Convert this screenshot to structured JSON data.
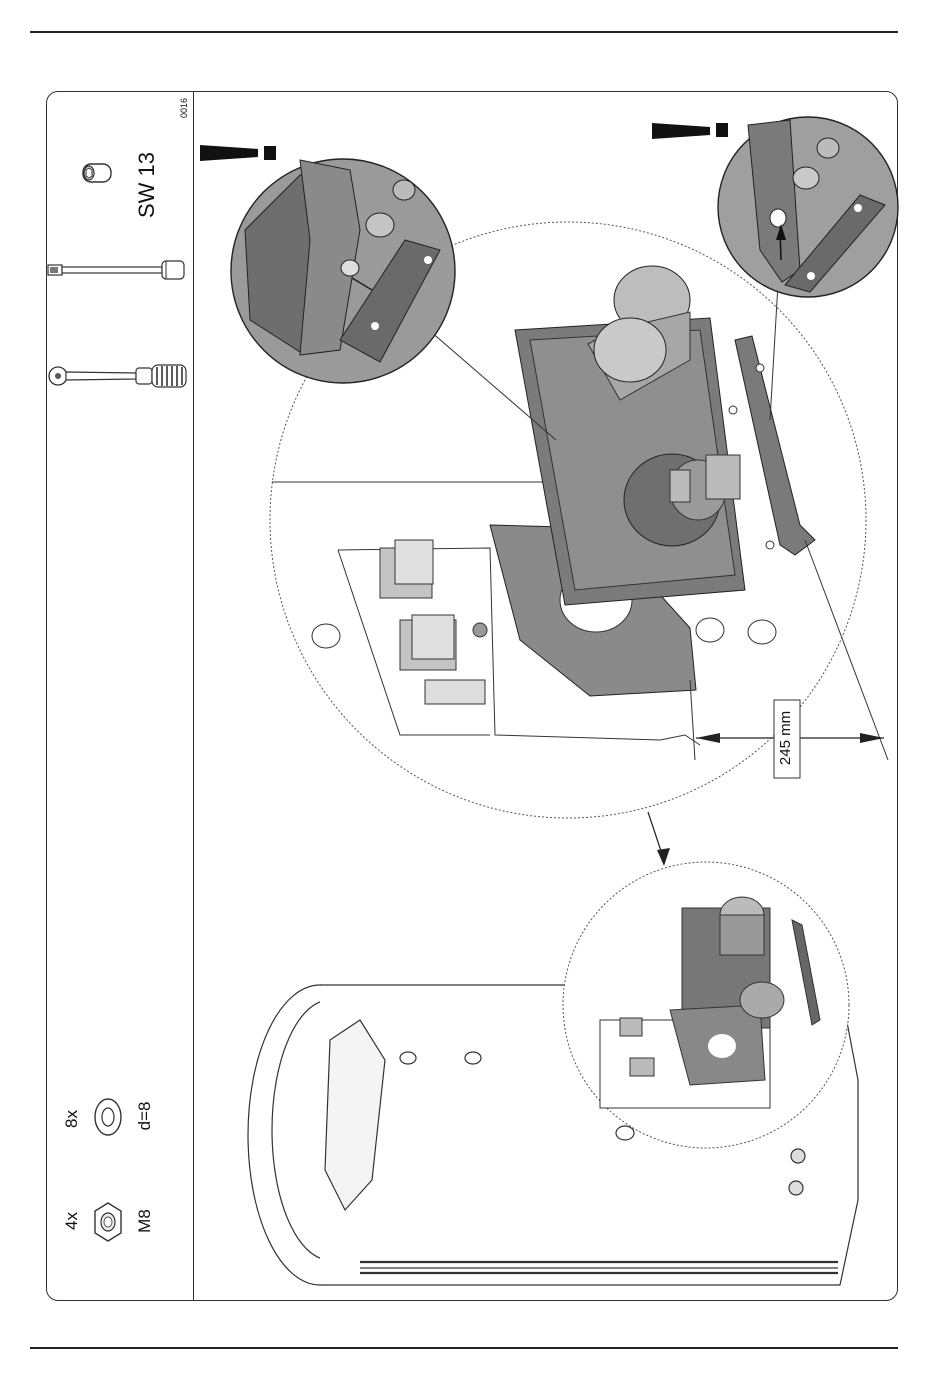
{
  "tools": {
    "code": "0016",
    "wrench_size": "SW 13",
    "nut_qty": "4x",
    "nut_size": "M8",
    "washer_qty": "8x",
    "washer_size": "d=8"
  },
  "dimension": {
    "label": "245 mm"
  }
}
